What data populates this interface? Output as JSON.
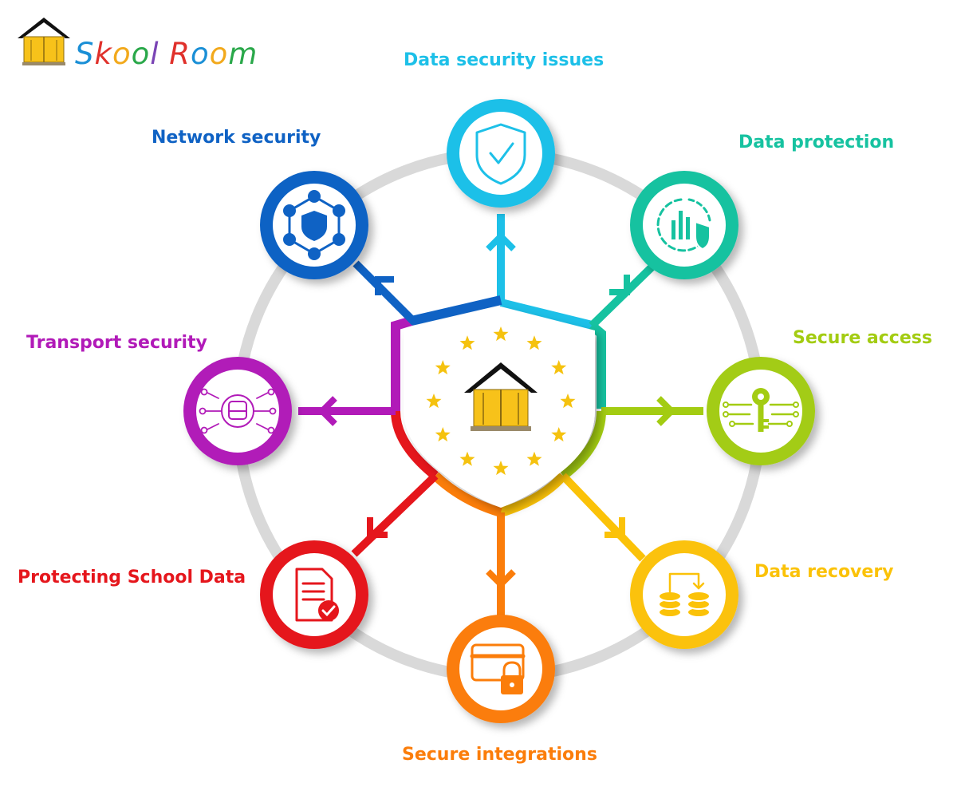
{
  "brand": {
    "name": "Skool Room",
    "letter_colors": [
      "#1a8fd6",
      "#e0312b",
      "#f2a91c",
      "#2aa84a",
      "#7a44b5",
      "#ffffff",
      "#e0312b",
      "#1a8fd6",
      "#f2a91c",
      "#2aa84a"
    ]
  },
  "nodes": [
    {
      "label": "Data security issues",
      "color": "#1dc0e8",
      "icon": "shield-check-icon"
    },
    {
      "label": "Data protection",
      "color": "#16c2a0",
      "icon": "chart-shield-icon"
    },
    {
      "label": "Secure access",
      "color": "#a3cc12",
      "icon": "key-circuit-icon"
    },
    {
      "label": "Data recovery",
      "color": "#fbc208",
      "icon": "database-sync-icon"
    },
    {
      "label": "Secure integrations",
      "color": "#fb7d0a",
      "icon": "card-lock-icon"
    },
    {
      "label": "Protecting School Data",
      "color": "#e5161c",
      "icon": "document-check-icon"
    },
    {
      "label": "Transport security",
      "color": "#b11ab8",
      "icon": "bus-network-icon"
    },
    {
      "label": "Network security",
      "color": "#0f62c4",
      "icon": "network-shield-icon"
    }
  ],
  "ring_color": "#d9d9d9",
  "star_color": "#f5c20f",
  "house_colors": {
    "roof": "#111111",
    "door": "#f7c21a",
    "base": "#9a8a6a"
  }
}
